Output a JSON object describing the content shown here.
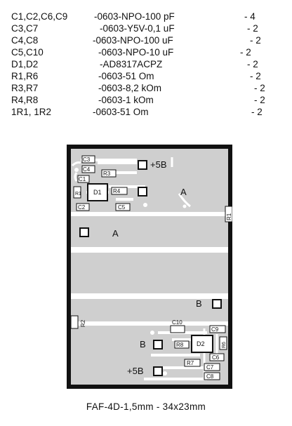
{
  "bom": [
    {
      "refs": "C1,C2,C6,C9",
      "spec": "-0603-NPO-100 pF",
      "qty": "- 4"
    },
    {
      "refs": "C3,C7",
      "spec": "-0603-Y5V-0,1 uF",
      "qty": "- 2"
    },
    {
      "refs": "C4,C8",
      "spec": "-0603-NPO-100 uF",
      "qty": "- 2"
    },
    {
      "refs": "C5,C10",
      "spec": "-0603-NPO-10 uF",
      "qty": "- 2"
    },
    {
      "refs": "D1,D2",
      "spec": "-AD8317ACPZ",
      "qty": "- 2"
    },
    {
      "refs": "R1,R6",
      "spec": "-0603-51 Om",
      "qty": "- 2"
    },
    {
      "refs": "R3,R7",
      "spec": "-0603-8,2 kOm",
      "qty": "- 2"
    },
    {
      "refs": "R4,R8",
      "spec": "-0603-1 kOm",
      "qty": "- 2"
    },
    {
      "refs": "1R1, 1R2",
      "spec": "-0603-51 Om",
      "qty": "- 2"
    }
  ],
  "board": {
    "labels": {
      "plus5b_top": "+5B",
      "a_right": "A",
      "a_left": "A",
      "b_right": "B",
      "b_left": "B",
      "plus5b_bottom": "+5B"
    },
    "components": {
      "C3": "C3",
      "C4": "C4",
      "R3": "R3",
      "C1": "C1",
      "R1": "R1",
      "D1": "D1",
      "R4": "R4",
      "C2": "C2",
      "C5": "C5",
      "R1_edge": "R1",
      "R2": "R2",
      "C10": "C10",
      "C9": "C9",
      "R6": "R6",
      "R8": "R8",
      "D2": "D2",
      "C6": "C6",
      "R7": "R7",
      "C7": "C7",
      "C8": "C8"
    }
  },
  "caption": "FAF-4D-1,5mm - 34x23mm"
}
